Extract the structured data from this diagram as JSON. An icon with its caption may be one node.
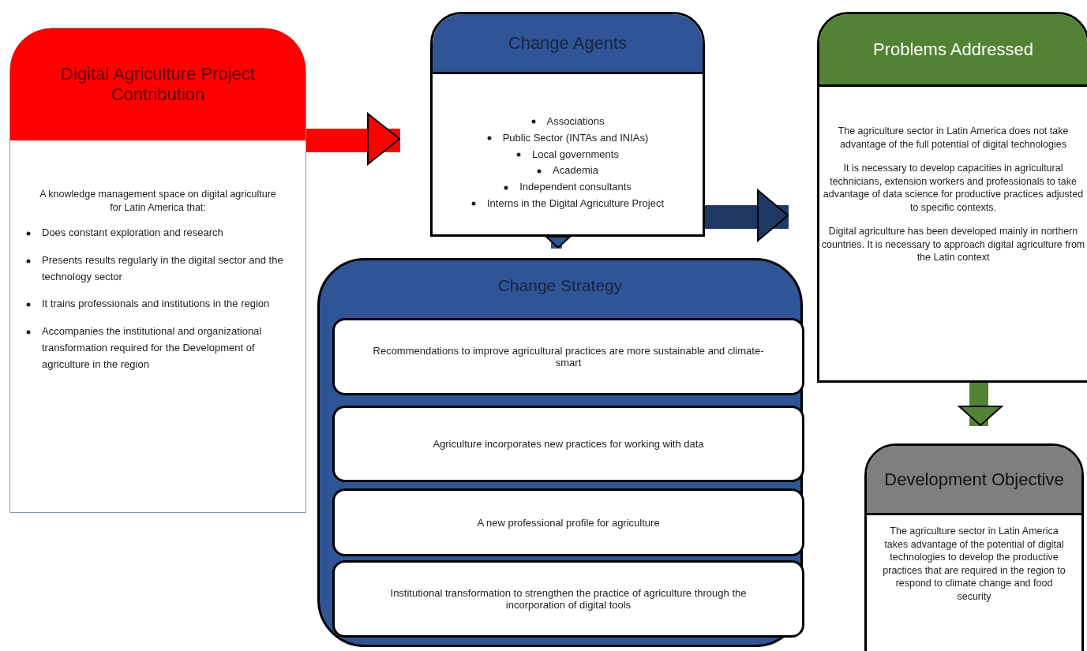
{
  "diagram": {
    "nodes": [
      {
        "text": [
          "Digital Agriculture Project Contribution",
          "A knowledge management space on digital agriculture for Latin America that:",
          "Does constant exploration and research",
          "Presents results regularly in the digital sector and the technology sector",
          "It trains professionals and institutions in the region",
          "Accompanies the institutional and organizational transformation required for the Development of agriculture in the region"
        ]
      },
      {
        "text": [
          "Change Agents",
          "Associations",
          "Public Sector (INTAs and INIAs)",
          "Local governments",
          "Academia",
          "Independent consultants",
          "Interns in the Digital Agriculture Project"
        ]
      },
      {
        "text": [
          "Change Strategy"
        ]
      },
      {
        "text": [
          "Recommendations to improve agricultural practices are more sustainable and climate-smart"
        ],
        "in": 2
      },
      {
        "text": [
          "Agriculture incorporates new practices for working with data"
        ],
        "in": 2
      },
      {
        "text": [
          "A new professional profile for agriculture"
        ],
        "in": 2
      },
      {
        "text": [
          "Institutional transformation to strengthen the practice of agriculture through the incorporation of digital tools"
        ],
        "in": 2
      },
      {
        "text": [
          "Problems Addressed",
          "The agriculture sector in Latin America does not take advantage of the full potential of digital technologies",
          "It is necessary to develop capacities in agricultural technicians, extension workers and professionals to take advantage of data science for productive practices adjusted to specific contexts.",
          "Digital agriculture has been developed mainly in northern countries. It is necessary to approach digital agriculture from the Latin context"
        ]
      },
      {
        "text": [
          "Development Objective",
          "The agriculture sector in Latin America takes advantage of the potential of digital technologies to develop the productive practices that are required in the region to respond to climate change and food security"
        ]
      }
    ],
    "edges": [
      {
        "from": 0,
        "to": 1,
        "arrow": "to",
        "color": "#ff0000"
      },
      {
        "from": 1,
        "to": 2,
        "arrow": "to",
        "color": "#2f5597"
      },
      {
        "from": 1,
        "to": 7,
        "arrow": "to",
        "color": "#203864"
      },
      {
        "from": 7,
        "to": 8,
        "arrow": "to",
        "color": "#548235"
      }
    ]
  }
}
